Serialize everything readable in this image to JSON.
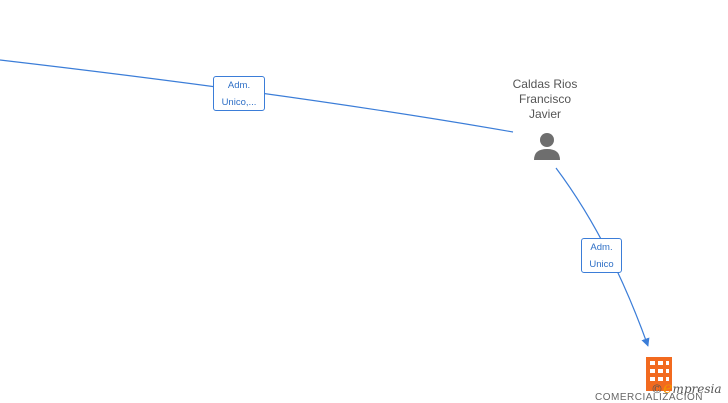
{
  "colors": {
    "edge": "#3b7dd8",
    "person_icon": "#6e6e6e",
    "company_icon": "#f26a1f",
    "watermark_accent": "#f39200"
  },
  "nodes": {
    "person": {
      "name": "Caldas Rios\nFrancisco\nJavier",
      "icon": "person-icon"
    },
    "company": {
      "name": "COMERCIALIZACION",
      "icon": "building-icon"
    }
  },
  "edges": [
    {
      "label_line1": "Adm.",
      "label_line2": "Unico,..."
    },
    {
      "label_line1": "Adm.",
      "label_line2": "Unico"
    }
  ],
  "watermark": {
    "copyright": "©",
    "brand_initial": "e",
    "brand_rest": "mpresia"
  }
}
